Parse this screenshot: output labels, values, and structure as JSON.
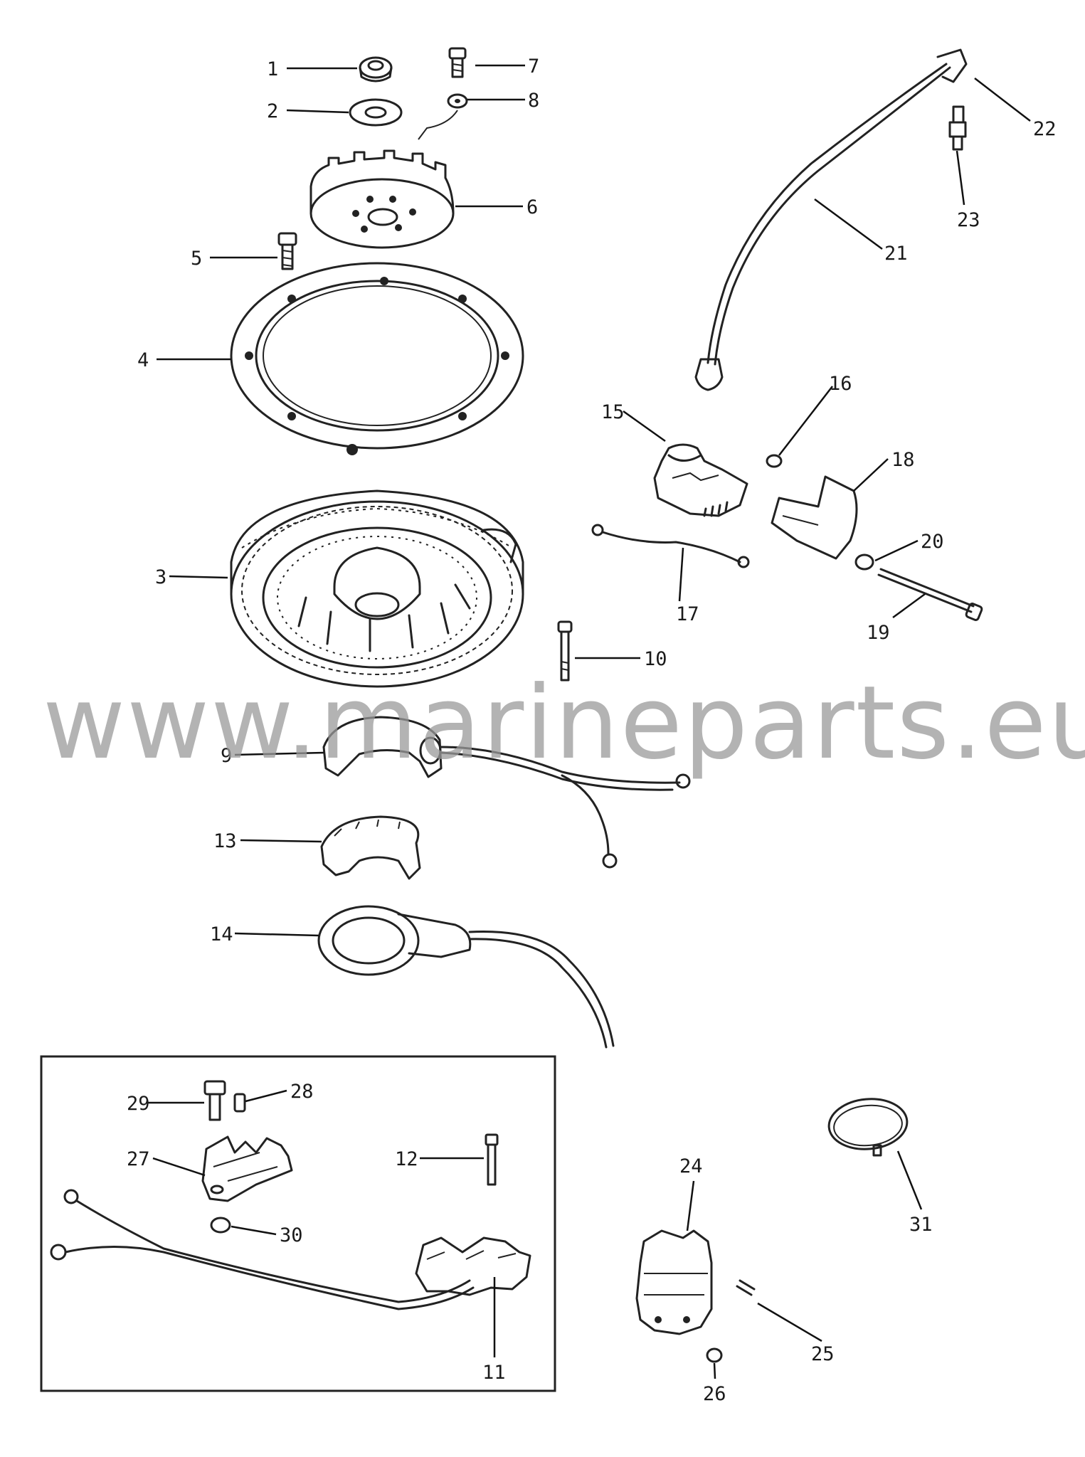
{
  "watermark": "www.marineparts.eu",
  "callouts": {
    "c1": "1",
    "c2": "2",
    "c3": "3",
    "c4": "4",
    "c5": "5",
    "c6": "6",
    "c7": "7",
    "c8": "8",
    "c9": "9",
    "c10": "10",
    "c11": "11",
    "c12": "12",
    "c13": "13",
    "c14": "14",
    "c15": "15",
    "c16": "16",
    "c17": "17",
    "c18": "18",
    "c19": "19",
    "c20": "20",
    "c21": "21",
    "c22": "22",
    "c23": "23",
    "c24": "24",
    "c25": "25",
    "c26": "26",
    "c27": "27",
    "c28": "28",
    "c29": "29",
    "c30": "30",
    "c31": "31"
  }
}
